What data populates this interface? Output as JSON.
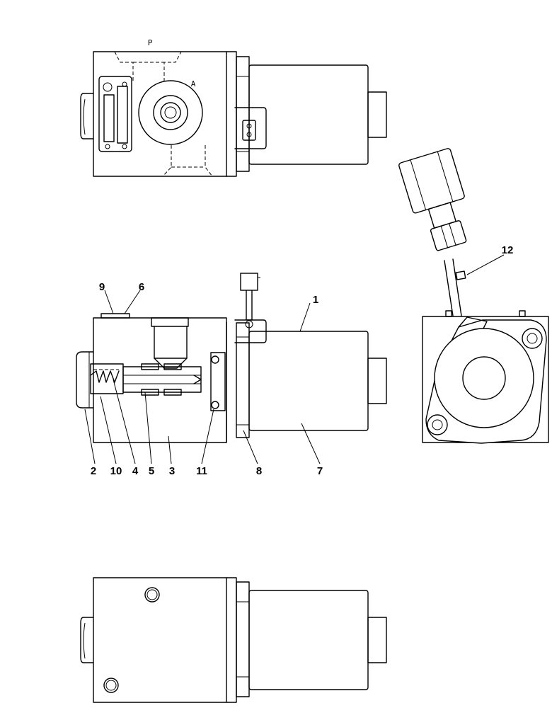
{
  "ports": {
    "p": "P",
    "a": "A"
  },
  "callouts": {
    "n1": "1",
    "n2": "2",
    "n3": "3",
    "n4": "4",
    "n5": "5",
    "n6": "6",
    "n7": "7",
    "n8": "8",
    "n9": "9",
    "n10": "10",
    "n11": "11",
    "n12": "12"
  }
}
